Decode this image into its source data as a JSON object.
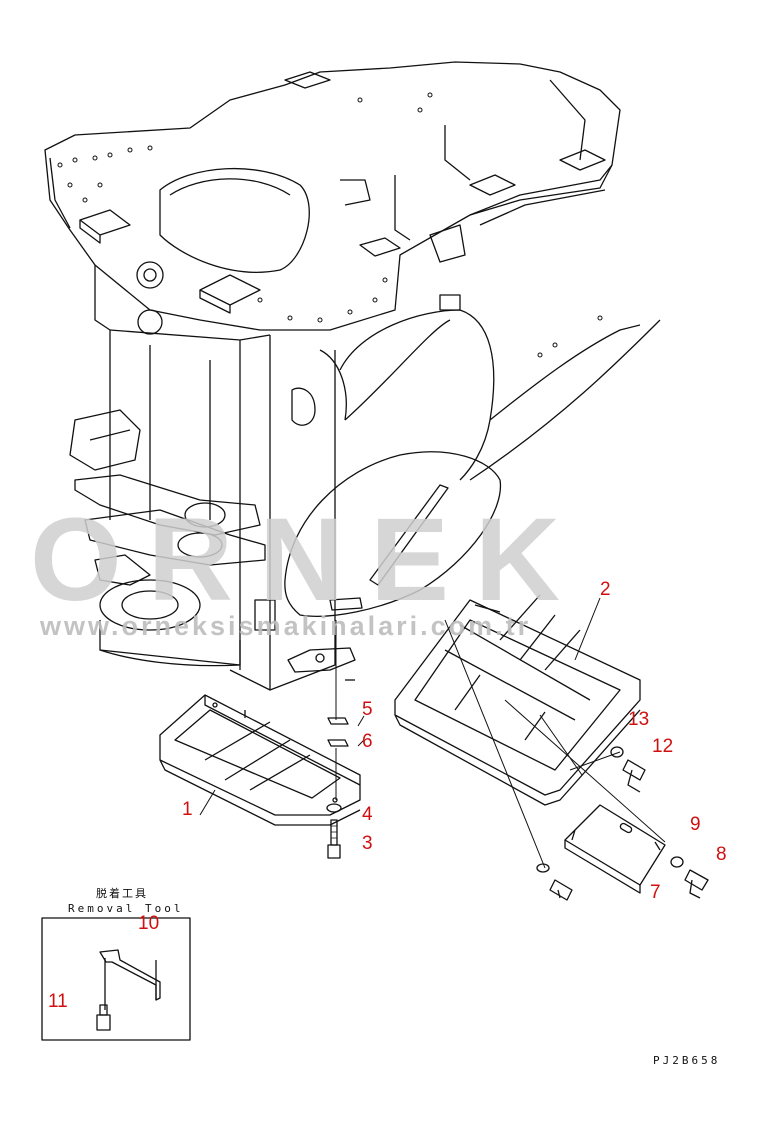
{
  "watermark": {
    "brand": "ORNEK",
    "url": "www.orneksismakinalari.com.tr"
  },
  "removal_tool": {
    "title_ja": "脱着工具",
    "title_en": "Removal Tool"
  },
  "drawing_code": "PJ2B658",
  "callouts": [
    {
      "id": "1",
      "label": "1"
    },
    {
      "id": "2",
      "label": "2"
    },
    {
      "id": "3",
      "label": "3"
    },
    {
      "id": "4",
      "label": "4"
    },
    {
      "id": "5",
      "label": "5"
    },
    {
      "id": "6",
      "label": "6"
    },
    {
      "id": "7",
      "label": "7"
    },
    {
      "id": "8",
      "label": "8"
    },
    {
      "id": "9",
      "label": "9"
    },
    {
      "id": "10",
      "label": "10"
    },
    {
      "id": "11",
      "label": "11"
    },
    {
      "id": "12",
      "label": "12"
    },
    {
      "id": "13",
      "label": "13"
    }
  ],
  "colors": {
    "line": "#111111",
    "callout": "#d01010",
    "watermark": "#cccccc"
  }
}
